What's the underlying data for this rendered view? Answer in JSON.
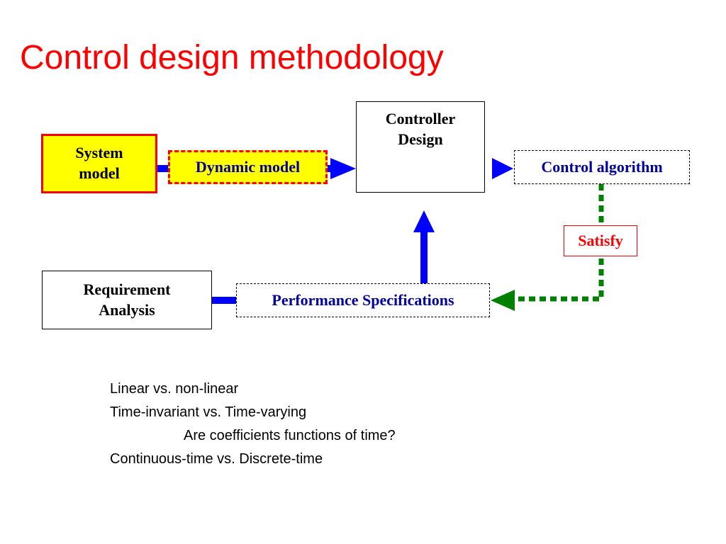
{
  "title": "Control design methodology",
  "colors": {
    "title": "#ff0000",
    "flow_arrow": "#0000ff",
    "feedback_arrow": "#008000",
    "highlight_fill": "#ffff00",
    "highlight_border": "#ff0000",
    "box_text": "#0000a0"
  },
  "diagram": {
    "system_model": "System model",
    "dynamic_model": "Dynamic model",
    "controller_design": "Controller Design",
    "control_algorithm": "Control algorithm",
    "satisfy": "Satisfy",
    "requirement_analysis": "Requirement Analysis",
    "performance_specifications": "Performance Specifications"
  },
  "notes": [
    "Linear vs. non-linear",
    "Time-invariant vs. Time-varying",
    "Are coefficients functions of time?",
    "Continuous-time vs. Discrete-time"
  ]
}
